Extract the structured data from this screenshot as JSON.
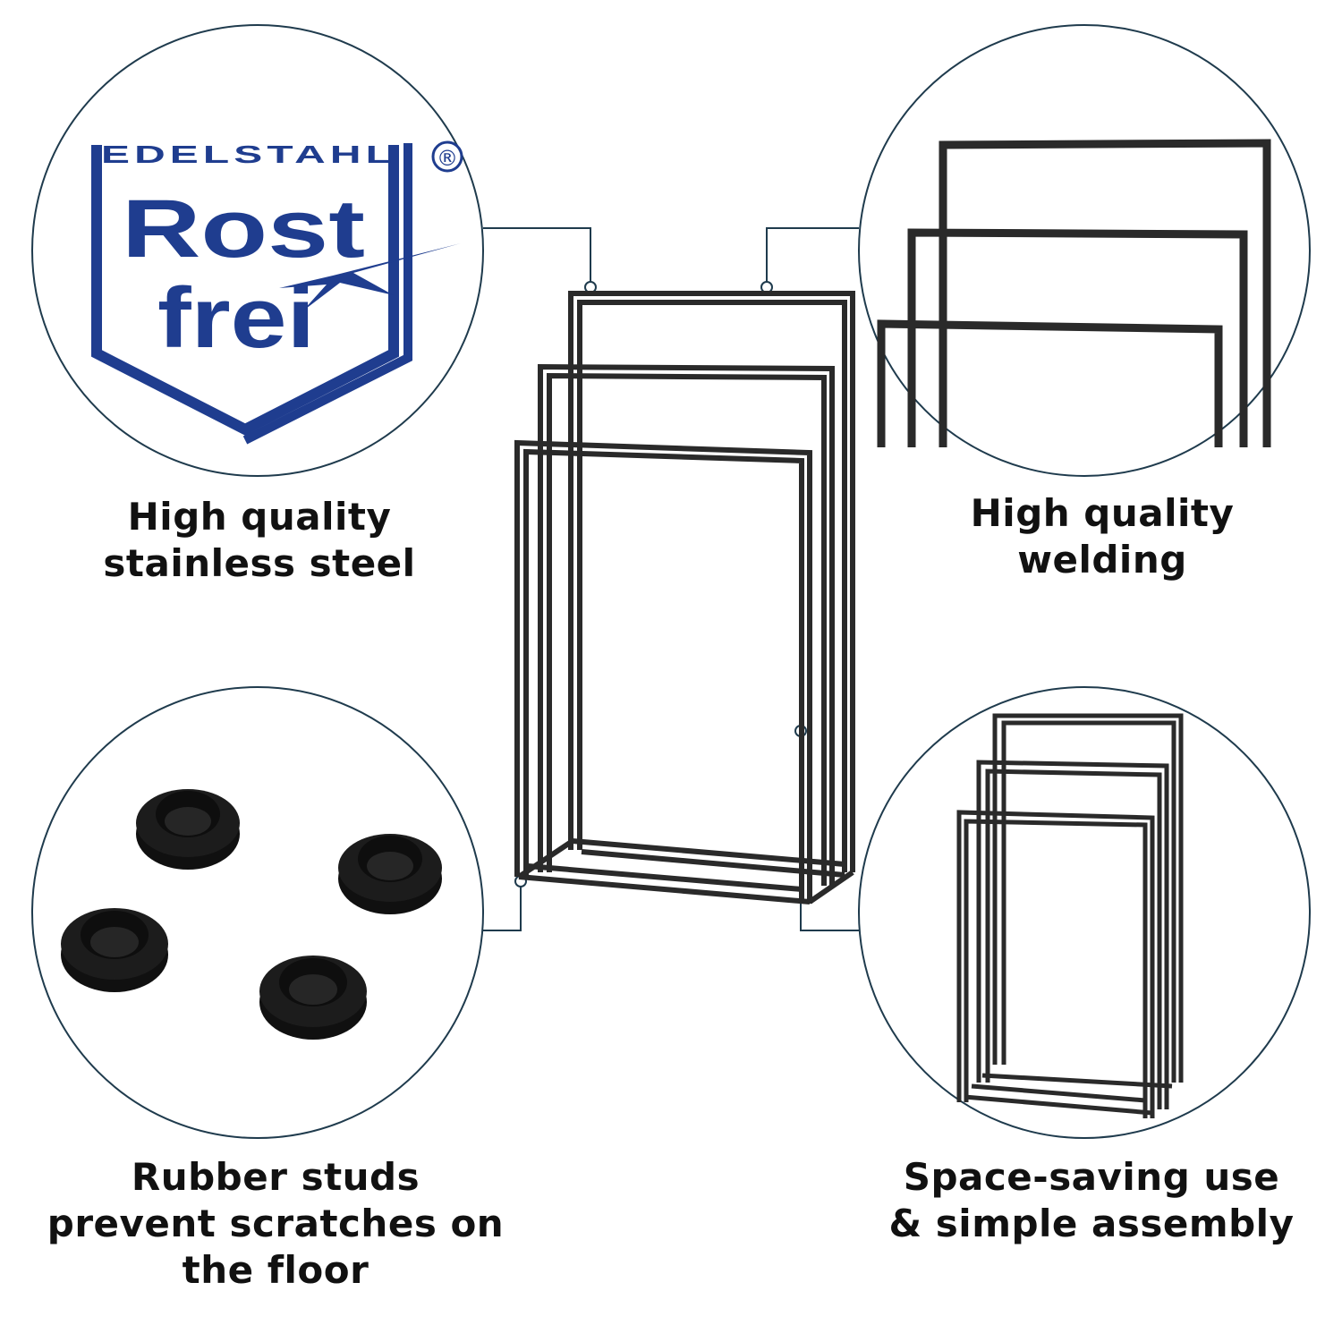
{
  "colors": {
    "circle_stroke": "#1f3b4d",
    "frame": "#2a2a2a",
    "logo_blue": "#1f3d8f",
    "rubber": "#151515",
    "text": "#111111"
  },
  "logo": {
    "top_text": "EDELSTAHL",
    "registered": "®",
    "word1": "Rost",
    "word2": "frei",
    "icon": "rust-free-shield-logo"
  },
  "features": [
    {
      "lines": [
        "High quality",
        "stainless steel"
      ],
      "icon": "stainless-steel-logo"
    },
    {
      "lines": [
        "High quality",
        "welding"
      ],
      "icon": "weld-joint-closeup"
    },
    {
      "lines": [
        "Rubber studs",
        "prevent scratches on",
        "the floor"
      ],
      "icon": "rubber-feet"
    },
    {
      "lines": [
        "Space-saving use",
        "& simple assembly"
      ],
      "icon": "towel-rack-compact"
    }
  ],
  "product": {
    "icon": "three-bar-towel-rack"
  }
}
